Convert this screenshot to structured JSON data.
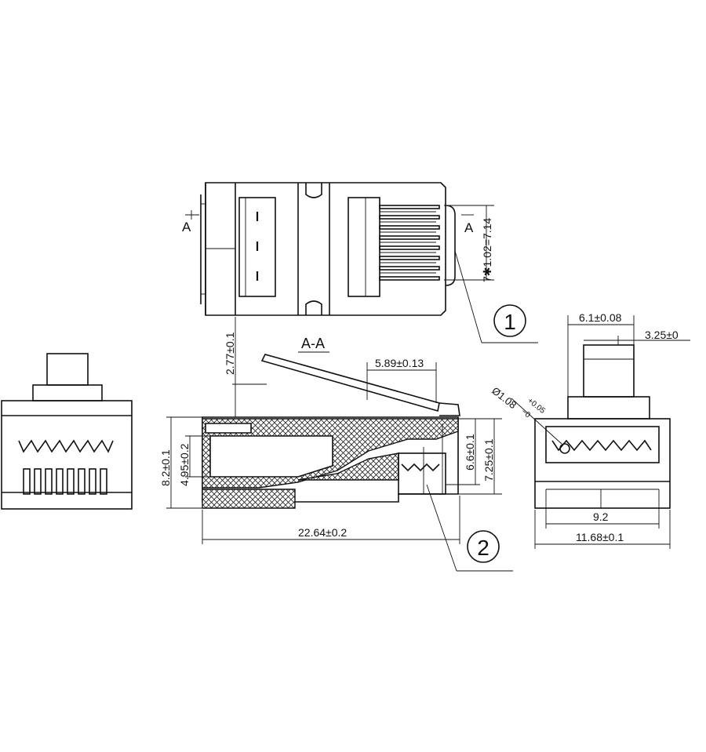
{
  "section_label": "A-A",
  "section_marker": "A",
  "callouts": {
    "part1": "1",
    "part2": "2"
  },
  "dimensions": {
    "contact_pitch": "7✱1.02=7.14",
    "bar_height": "2.77±0.1",
    "latch_length": "5.89±0.13",
    "overall_height": "8.2±0.1",
    "cavity_height": "4.95±0.2",
    "front_height_inner": "6.6±0.1",
    "front_height_outer": "7.25±0.1",
    "overall_length": "22.64±0.2",
    "tab_width": "6.1±0.08",
    "tab_offset": "3.25±0",
    "wire_hole": "Ø1.08",
    "wire_hole_tol_plus": "+0.05",
    "wire_hole_tol_minus": "−0",
    "inner_width": "9.2",
    "overall_width": "11.68±0.1"
  },
  "colors": {
    "line": "#111111",
    "background": "#ffffff"
  }
}
